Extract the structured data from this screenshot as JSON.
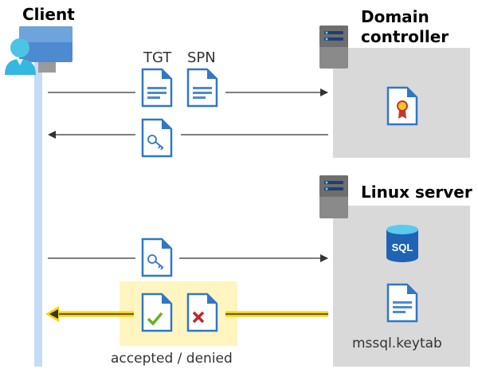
{
  "client": {
    "label": "Client"
  },
  "domain_controller": {
    "label_line1": "Domain",
    "label_line2": "controller"
  },
  "linux_server": {
    "label": "Linux server",
    "keytab_label": "mssql.keytab",
    "sql_label": "SQL"
  },
  "messages": {
    "tgt_label": "TGT",
    "spn_label": "SPN",
    "result_label": "accepted / denied"
  },
  "colors": {
    "panel": "#d9d9d9",
    "lifeline": "#c5dcf8",
    "highlight": "#fff5c0",
    "highlight_arrow": "#ffd400",
    "doc_blue": "#2f78c8"
  }
}
